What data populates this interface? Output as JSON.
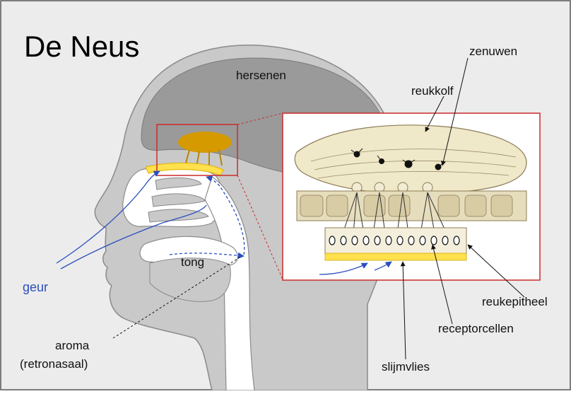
{
  "title": "De Neus",
  "labels": {
    "hersenen": "hersenen",
    "reukkolf": "reukkolf",
    "zenuwen": "zenuwen",
    "tong": "tong",
    "geur": "geur",
    "aroma": "aroma",
    "retronasaal": "(retronasaal)",
    "reukepitheel": "reukepitheel",
    "receptorcellen": "receptorcellen",
    "slijmvlies": "slijmvlies"
  },
  "colors": {
    "background": "#ececec",
    "head": "#c9c9c9",
    "brain": "#9a9a9a",
    "bulb": "#d49a00",
    "epithelium_yellow": "#ffe04d",
    "airflow_blue": "#2a4fbf",
    "zoom_frame": "#cc2a2a",
    "label_blue": "#2a4fbf"
  }
}
